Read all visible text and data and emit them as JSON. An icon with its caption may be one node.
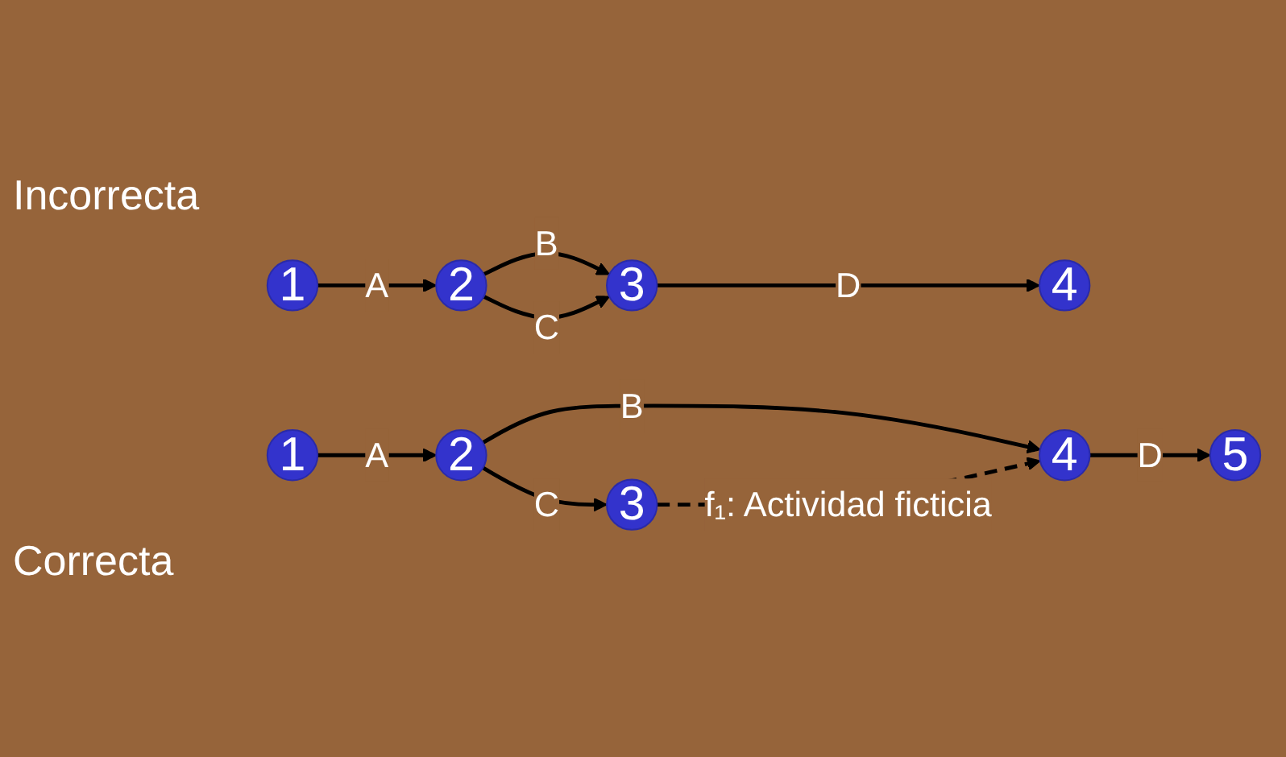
{
  "diagram": {
    "nodes": [
      {
        "text": [
          "1"
        ]
      },
      {
        "text": [
          "2"
        ]
      },
      {
        "text": [
          "3"
        ]
      },
      {
        "text": [
          "4"
        ]
      },
      {
        "text": [
          "1"
        ]
      },
      {
        "text": [
          "2"
        ]
      },
      {
        "text": [
          "3"
        ]
      },
      {
        "text": [
          "4"
        ]
      },
      {
        "text": [
          "5"
        ]
      }
    ],
    "edges": [
      {
        "from": 0,
        "to": 1,
        "arrow": "to",
        "label": "A"
      },
      {
        "from": 1,
        "to": 2,
        "arrow": "to",
        "label": "B"
      },
      {
        "from": 1,
        "to": 2,
        "arrow": "to",
        "label": "C"
      },
      {
        "from": 2,
        "to": 3,
        "arrow": "to",
        "label": "D"
      },
      {
        "from": 4,
        "to": 5,
        "arrow": "to",
        "label": "A"
      },
      {
        "from": 5,
        "to": 7,
        "arrow": "to",
        "label": "B"
      },
      {
        "from": 5,
        "to": 6,
        "arrow": "to",
        "label": "C"
      },
      {
        "from": 6,
        "to": 7,
        "arrow": "to",
        "style": "dashed",
        "label": "f₁: Actividad ficticia"
      },
      {
        "from": 7,
        "to": 8,
        "arrow": "to",
        "label": "D"
      }
    ],
    "labels": [
      "Incorrecta",
      "Correcta"
    ]
  }
}
